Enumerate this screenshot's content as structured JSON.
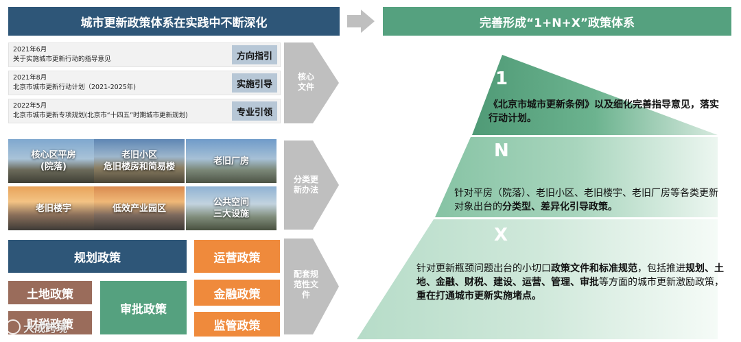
{
  "left_header": "城市更新政策体系在实践中不断深化",
  "right_header": "完善形成“1+N+X”政策体系",
  "documents": [
    {
      "date": "2021年6月",
      "title": "关于实施城市更新行动的指导意见",
      "tag": "方向指引"
    },
    {
      "date": "2021年8月",
      "title": "北京市城市更新行动计划（2021-2025年)",
      "tag": "实施引导"
    },
    {
      "date": "2022年5月",
      "title": "北京市城市更新专项规划(北京市“十四五”时期城市更新规划)",
      "tag": "专业引领"
    }
  ],
  "side_arrows": [
    "核心\n文件",
    "分类更\n新办法",
    "配套规\n范性文\n件"
  ],
  "update_objects": [
    "核心区平房\n(院落)",
    "老旧小区\n危旧楼房和简易楼",
    "老旧厂房",
    "老旧楼宇",
    "低效产业园区",
    "公共空间\n三大设施"
  ],
  "policies": {
    "planning": "规划政策",
    "land": "土地政策",
    "tax": "财税政策",
    "approval": "审批政策",
    "operation": "运营政策",
    "finance": "金融政策",
    "supervision": "监管政策"
  },
  "pyramid": {
    "tier1": {
      "letter": "1",
      "text_bold": "《北京市城市更新条例》以及细化完善指导意见，落实行动计划。"
    },
    "tier2": {
      "letter": "N",
      "text_pre": "针对平房（院落）、老旧小区、老旧楼宇、老旧厂房等各类更新对象出台的",
      "text_bold": "分类型、差异化引导政策。"
    },
    "tier3": {
      "letter": "X",
      "text_pre": "针对更新瓶颈问题出台的小切口",
      "text_bold1": "政策文件和标准规范",
      "text_mid1": "，包括推进",
      "text_bold2": "规划、土地、金融、财税、建设、运营、管理、审批",
      "text_mid2": "等方面的城市更新激励政策，",
      "text_bold3": "重在打通城市更新实施堵点。"
    }
  },
  "watermark": "大成跨境",
  "colors": {
    "navy": "#2e5678",
    "green": "#55a17f",
    "orange": "#ef8a3c",
    "brown": "#9a6c5b",
    "tag": "#b7c7d6",
    "arrow": "#bfbfbf"
  }
}
